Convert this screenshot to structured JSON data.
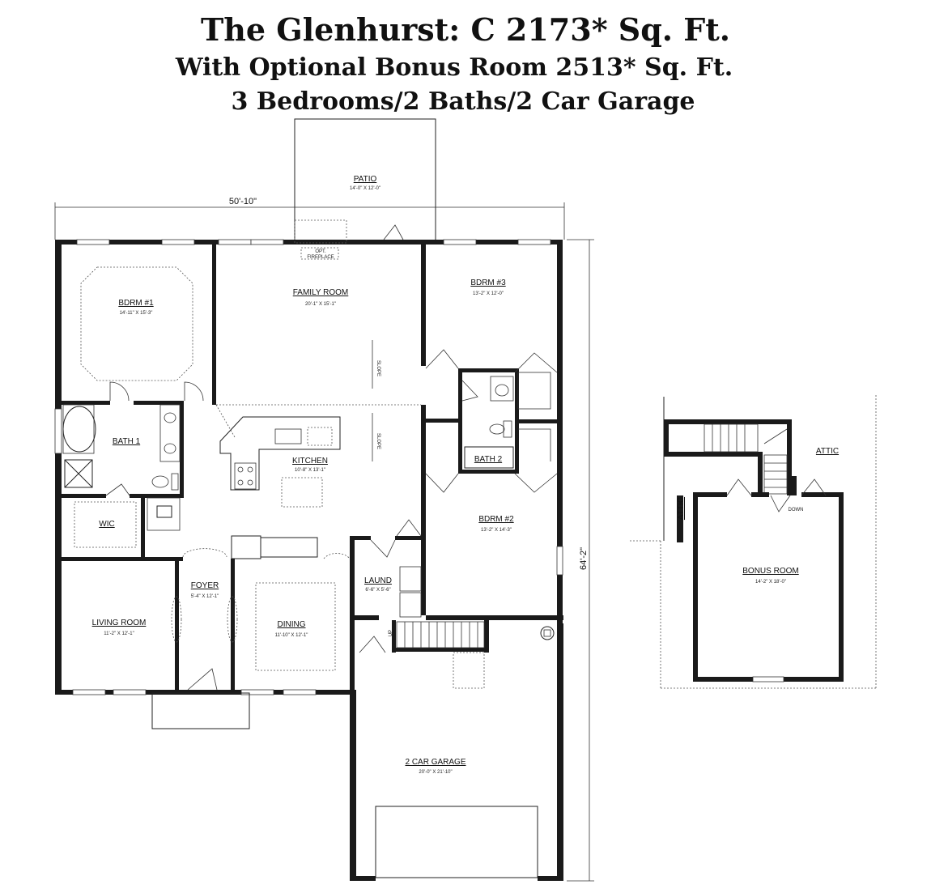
{
  "header": {
    "title": "The Glenhurst: C 2173* Sq. Ft.",
    "subtitle": "With Optional Bonus Room 2513* Sq. Ft.",
    "summary": "3 Bedrooms/2 Baths/2 Car Garage"
  },
  "dimensions": {
    "width": "50'-10\"",
    "depth": "64'-2\""
  },
  "rooms": {
    "patio": {
      "name": "PATIO",
      "size": "14'-0\" X 12'-0\""
    },
    "fireplace": {
      "line1": "OPT.",
      "line2": "FIREPLACE"
    },
    "bdrm1": {
      "name": "BDRM #1",
      "size": "14'-11\" X 15'-3\""
    },
    "family": {
      "name": "FAMILY ROOM",
      "size": "20'-1\" X 15'-1\""
    },
    "bdrm3": {
      "name": "BDRM #3",
      "size": "13'-2\" X 12'-0\""
    },
    "bath1": {
      "name": "BATH 1"
    },
    "bath2": {
      "name": "BATH 2"
    },
    "kitchen": {
      "name": "KITCHEN",
      "size": "10'-8\" X 13'-1\""
    },
    "wic": {
      "name": "WIC"
    },
    "bdrm2": {
      "name": "BDRM #2",
      "size": "13'-2\" X 14'-3\""
    },
    "foyer": {
      "name": "FOYER",
      "size": "5'-4\" X 12'-1\""
    },
    "laund": {
      "name": "LAUND",
      "size": "6'-6\" X 5'-6\""
    },
    "living": {
      "name": "LIVING ROOM",
      "size": "11'-2\" X 12'-1\""
    },
    "dining": {
      "name": "DINING",
      "size": "11'-10\" X 12'-1\""
    },
    "garage": {
      "name": "2 CAR GARAGE",
      "size": "20'-0\" X 21'-10\""
    },
    "bonus": {
      "name": "BONUS ROOM",
      "size": "14'-2\" X 18'-0\""
    }
  },
  "annotations": {
    "slope": "SLOPE",
    "up": "UP",
    "down": "DOWN",
    "attic": "ATTIC"
  }
}
